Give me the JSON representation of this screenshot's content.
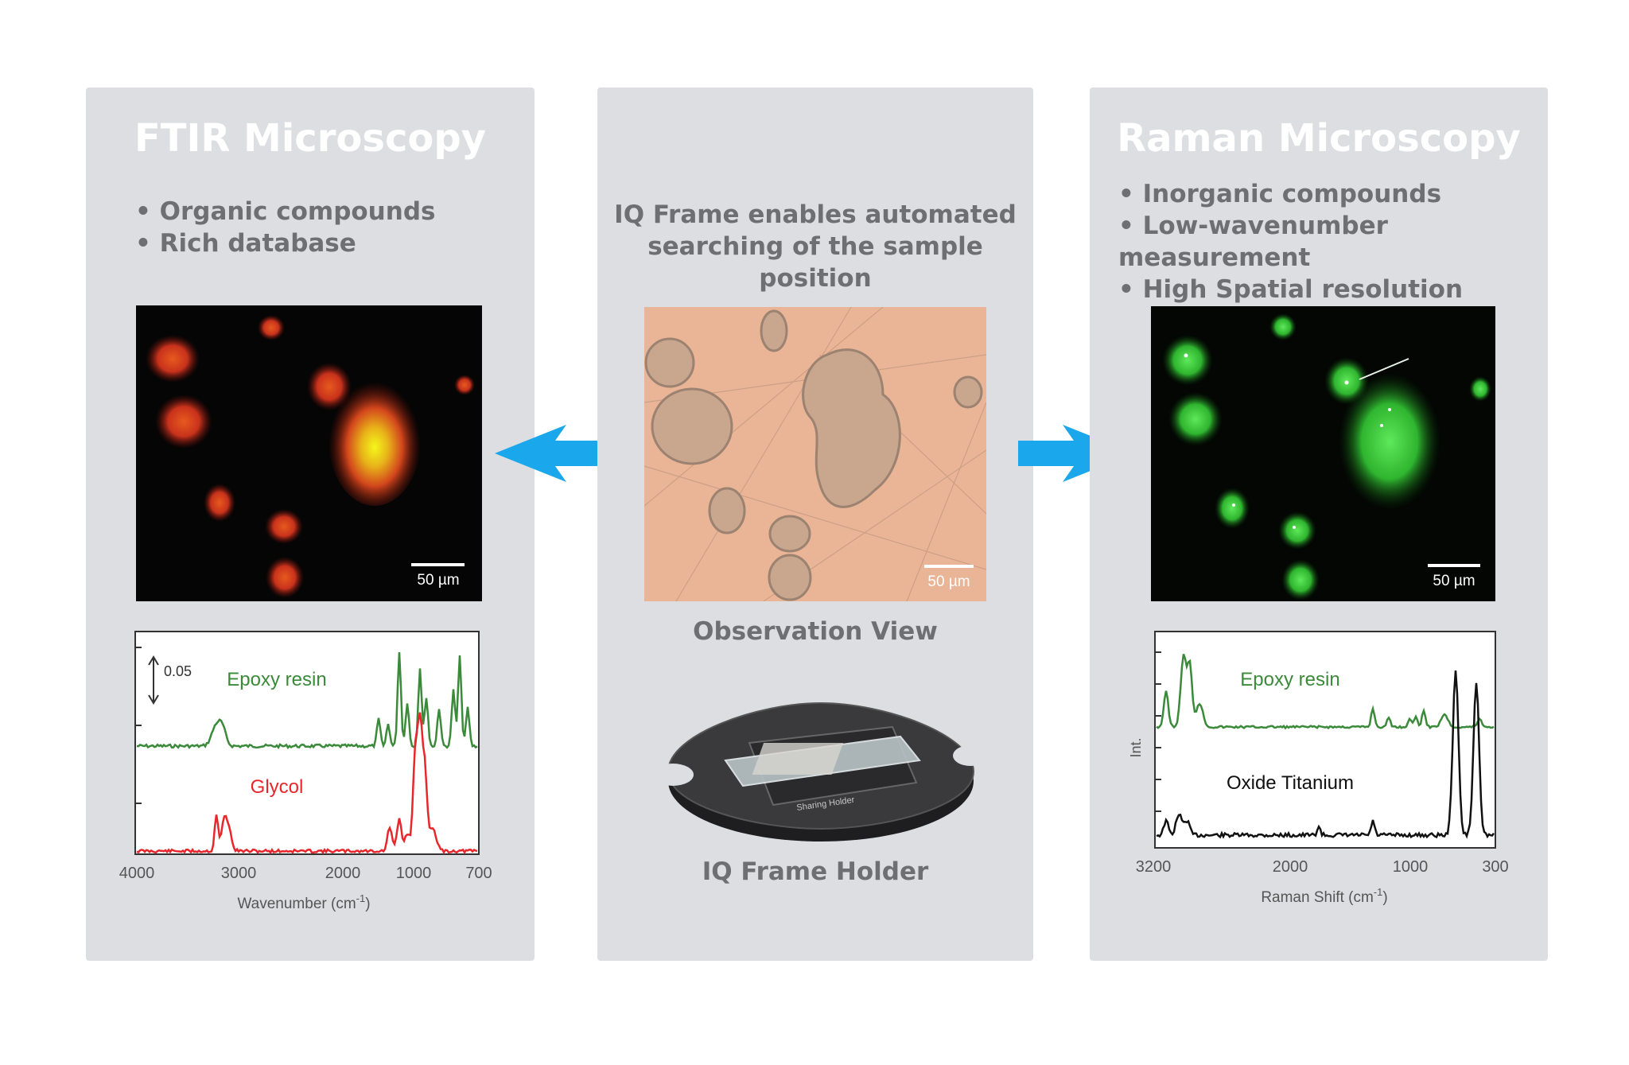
{
  "colors": {
    "panel": "#dcdee1",
    "heading": "#ffffff",
    "text": "#6e6f72",
    "arrow": "#1aa7ec",
    "epoxy": "#3a8a3a",
    "glycol": "#e8262b",
    "oxide": "#111111"
  },
  "ftir": {
    "title": "FTIR Microscopy",
    "bullets": [
      "Organic compounds",
      "Rich database"
    ],
    "scale_label": "50 µm",
    "chart": {
      "type": "line",
      "scale_text": "0.05",
      "series_labels": [
        "Epoxy resin",
        "Glycol"
      ],
      "x_ticks": [
        "4000",
        "3000",
        "2000",
        "1000",
        "700"
      ],
      "xlabel_main": "Wavenumber (cm",
      "xlabel_sup": "-1",
      "xlabel_end": ")"
    }
  },
  "center": {
    "headline_lines": [
      "IQ Frame enables automated",
      "searching of the sample position"
    ],
    "scale_label": "50 µm",
    "observation_label": "Observation View",
    "holder_label": "IQ Frame Holder",
    "holder_text": "Sharing Holder"
  },
  "raman": {
    "title": "Raman Microscopy",
    "bullets": [
      "Inorganic compounds",
      "Low-wavenumber measurement",
      "High Spatial resolution"
    ],
    "scale_label": "50 µm",
    "chart": {
      "type": "line",
      "series_labels": [
        "Epoxy resin",
        "Oxide Titanium"
      ],
      "ylabel": "Int.",
      "x_ticks": [
        "3200",
        "2000",
        "1000",
        "300"
      ],
      "xlabel_main": "Raman Shift (cm",
      "xlabel_sup": "-1",
      "xlabel_end": ")"
    }
  }
}
